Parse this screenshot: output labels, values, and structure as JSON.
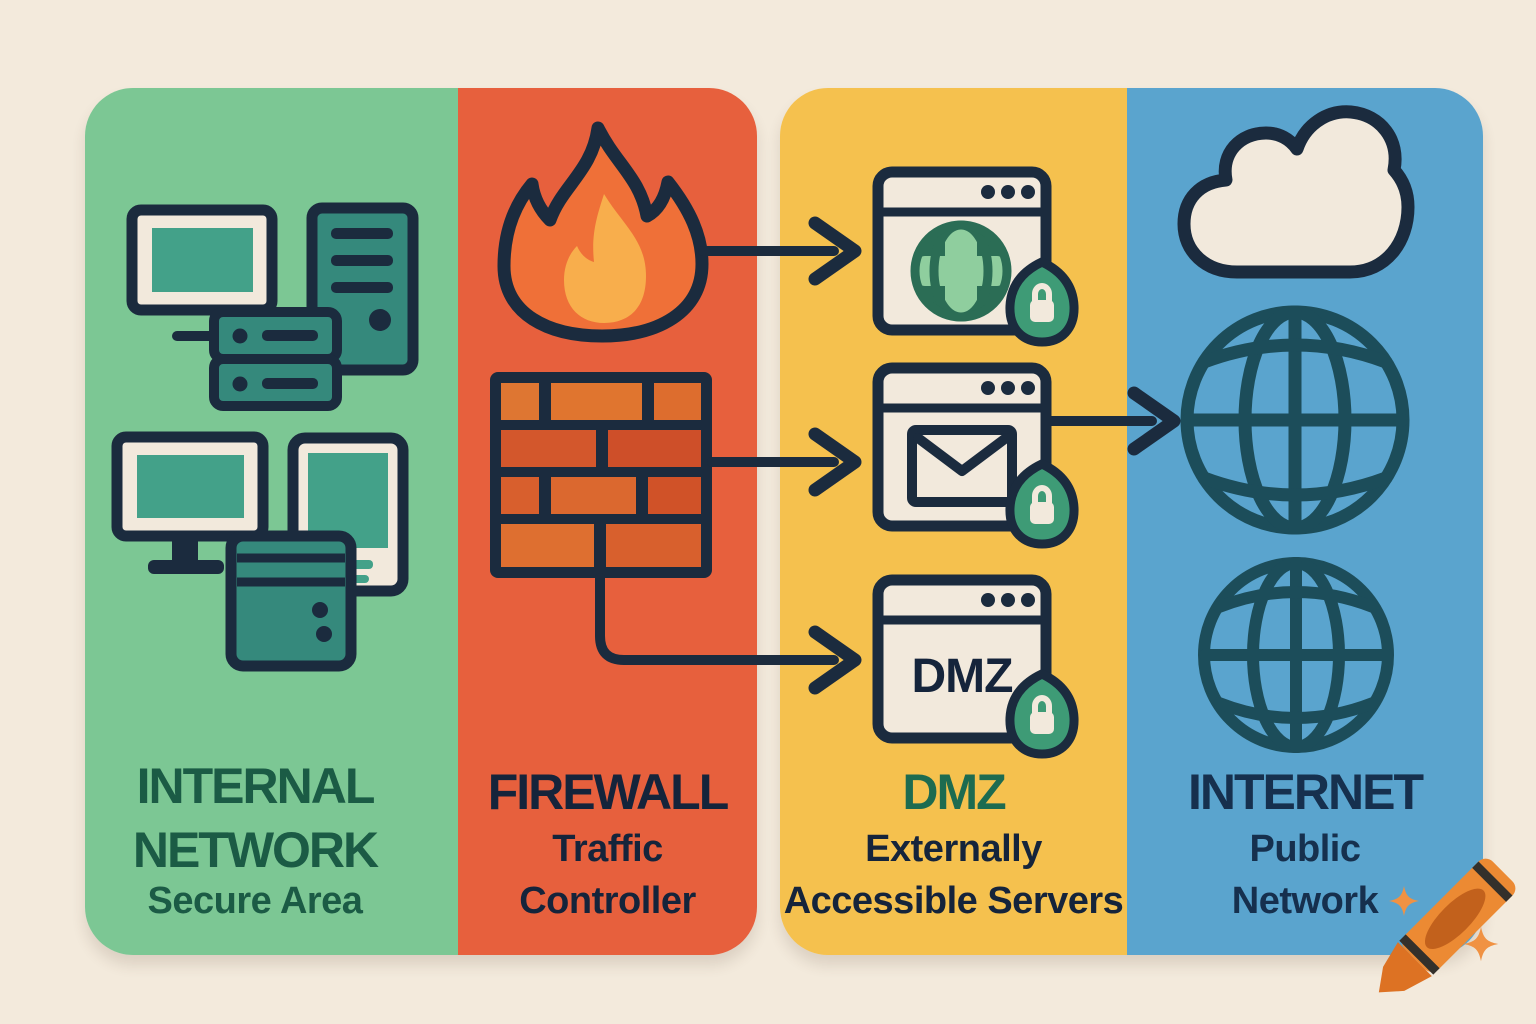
{
  "background_color": "#F3EADC",
  "outline_color": "#1B2B3E",
  "panels": {
    "internal": {
      "title_line1": "INTERNAL",
      "title_line2": "NETWORK",
      "subtitle": "Secure Area",
      "bg_color": "#7CC794",
      "text_color": "#1B5B45",
      "icons": [
        "monitor",
        "server-tower",
        "rack-server",
        "desktop-monitor",
        "tablet",
        "desktop-tower"
      ]
    },
    "firewall": {
      "title": "FIREWALL",
      "subtitle_line1": "Traffic",
      "subtitle_line2": "Controller",
      "bg_color": "#E7603D",
      "text_color": "#15243B",
      "icons": [
        "flame",
        "brick-wall"
      ]
    },
    "dmz": {
      "title": "DMZ",
      "subtitle_line1": "Externally",
      "subtitle_line2": "Accessible Servers",
      "bg_color": "#F5C14E",
      "title_color": "#1D6B50",
      "text_color": "#15243B",
      "browser_label": "DMZ",
      "icons": [
        "web-server-browser-globe",
        "mail-server-browser-envelope",
        "dmz-server-browser",
        "shield-lock",
        "shield-lock",
        "shield-lock"
      ]
    },
    "internet": {
      "title": "INTERNET",
      "subtitle_line1": "Public",
      "subtitle_line2": "Network",
      "bg_color": "#5AA4CE",
      "text_color": "#16304E",
      "icons": [
        "cloud",
        "globe-wireframe-large",
        "globe-wireframe-small"
      ]
    }
  },
  "connections": [
    {
      "from": "firewall",
      "to": "web-server"
    },
    {
      "from": "firewall",
      "to": "mail-server"
    },
    {
      "from": "firewall",
      "to": "dmz-server"
    },
    {
      "from": "mail-server",
      "to": "internet-globe"
    }
  ],
  "watermark": {
    "icon": "crayon",
    "sparkles": 2,
    "color": "#EC8A33"
  },
  "accent_colors": {
    "flame_orange": "#EF7038",
    "flame_yellow": "#F8AE4C",
    "brick_orange": "#DE7632",
    "shield_green": "#3E9B76",
    "screen_green": "#43A189",
    "equipment_teal": "#35897C",
    "globe_dark_green": "#2B6D55",
    "globe_light_green": "#8FCE9E",
    "internet_globe_teal": "#1C4D5A",
    "icon_cream": "#F2E9DC"
  }
}
